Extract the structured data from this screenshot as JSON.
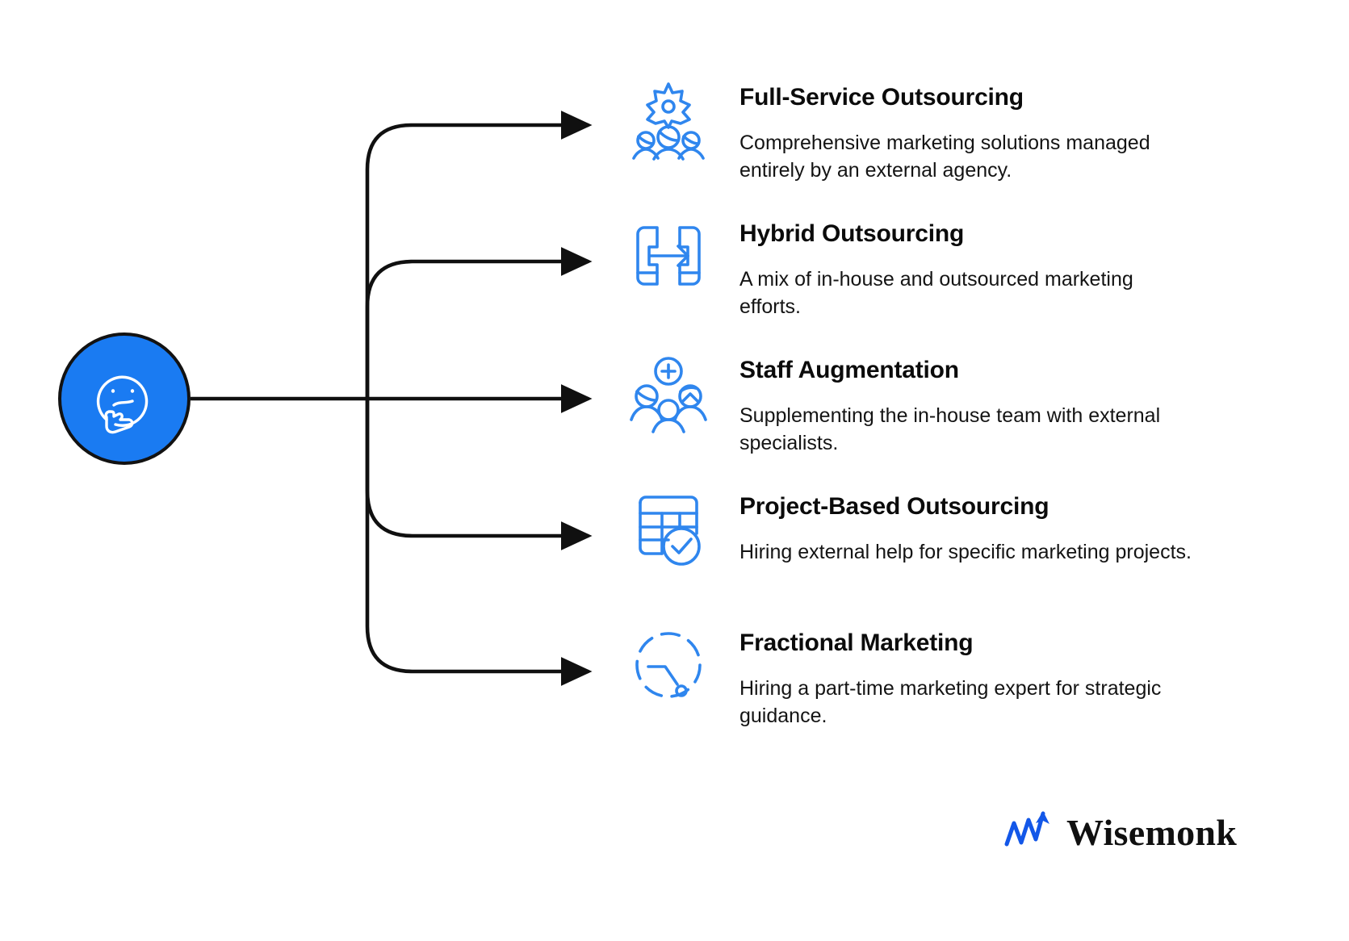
{
  "colors": {
    "node_fill": "#1a7bf2",
    "node_stroke": "#121212",
    "icon_blue": "#2f86ee",
    "connector": "#101010",
    "title_text": "#0b0b0b",
    "body_text": "#141414",
    "background": "#ffffff",
    "logo_blue": "#1357e8"
  },
  "central": {
    "icon_name": "thinking-face-icon",
    "label": ""
  },
  "branches": [
    {
      "title": "Full-Service Outsourcing",
      "description": "Comprehensive marketing solutions managed entirely by an external agency.",
      "icon_name": "gear-team-icon"
    },
    {
      "title": "Hybrid Outsourcing",
      "description": "A mix of in-house and outsourced marketing efforts.",
      "icon_name": "transfer-arrow-icon"
    },
    {
      "title": "Staff Augmentation",
      "description": "Supplementing the in-house team with external specialists.",
      "icon_name": "add-person-group-icon"
    },
    {
      "title": "Project-Based Outsourcing",
      "description": "Hiring external help for specific marketing projects.",
      "icon_name": "table-check-icon"
    },
    {
      "title": "Fractional Marketing",
      "description": "Hiring a part-time marketing expert for strategic guidance.",
      "icon_name": "dashed-clock-icon"
    }
  ],
  "brand": {
    "name": "Wisemonk",
    "mark_name": "wisemonk-arrow-logo-icon"
  }
}
